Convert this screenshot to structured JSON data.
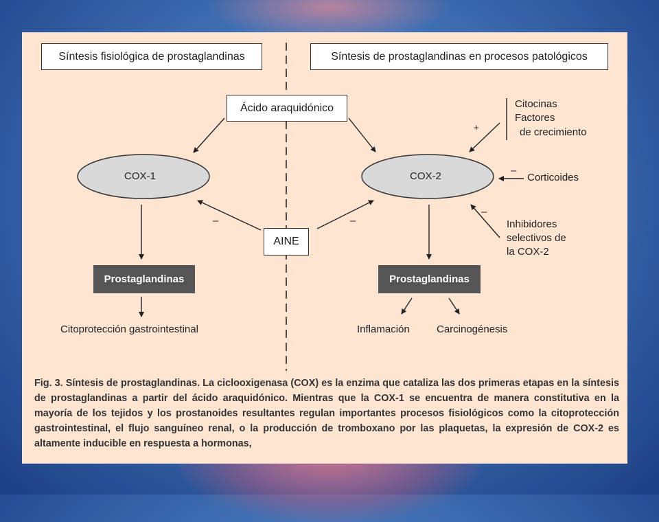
{
  "headings": {
    "left": "Síntesis fisiológica de prostaglandinas",
    "right": "Síntesis de prostaglandinas en procesos patológicos"
  },
  "nodes": {
    "acido": "Ácido araquidónico",
    "cox1": "COX-1",
    "cox2": "COX-2",
    "aine": "AINE",
    "prosta_left": "Prostaglandinas",
    "prosta_right": "Prostaglandinas",
    "citoproteccion": "Citoprotección gastrointestinal",
    "inflamacion": "Inflamación",
    "carcinogenesis": "Carcinogénesis",
    "citocinas": "Citocinas",
    "factores": "Factores",
    "crecimiento": "de crecimiento",
    "corticoides": "Corticoides",
    "inhib1": "Inhibidores",
    "inhib2": "selectivos de",
    "inhib3": "la COX-2"
  },
  "signs": {
    "plus": "+",
    "minus": "–"
  },
  "caption": "Fig. 3. Síntesis de prostaglandinas. La ciclooxigenasa (COX) es la enzima que cataliza las dos primeras etapas en la síntesis de prostaglandinas a partir del ácido araquidónico. Mientras que la COX-1 se encuentra de manera constitutiva en la mayoría de los tejidos y los prostanoides resultantes regulan importantes procesos fisiológicos como la citoprotección gastrointestinal, el flujo sanguíneo renal, o la producción de tromboxano por las plaquetas, la expresión de COX-2 es altamente inducible en respuesta a hormonas,",
  "colors": {
    "panel": "#fde5d2",
    "ellipse": "#d9d9d9",
    "dark_box": "#555555",
    "background": "#3f6fb3"
  }
}
